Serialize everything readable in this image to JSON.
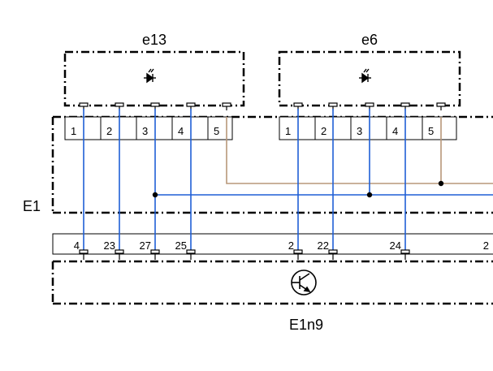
{
  "components": {
    "e13": {
      "label": "e13",
      "symbol": "led-icon"
    },
    "e6": {
      "label": "e6",
      "symbol": "led-icon"
    },
    "E1": {
      "label": "E1"
    },
    "E1n9": {
      "label": "E1n9",
      "symbol": "transistor-icon"
    }
  },
  "connectors": {
    "e13": {
      "pins": [
        "1",
        "2",
        "3",
        "4",
        "5"
      ]
    },
    "e6": {
      "pins": [
        "1",
        "2",
        "3",
        "4",
        "5"
      ]
    },
    "E1n9": {
      "pins": [
        "4",
        "23",
        "27",
        "25",
        "2",
        "22",
        "24",
        "2"
      ]
    }
  },
  "colors": {
    "wire_blue": "#1f5fd6",
    "wire_brown": "#b8977a",
    "outline": "#000000"
  }
}
